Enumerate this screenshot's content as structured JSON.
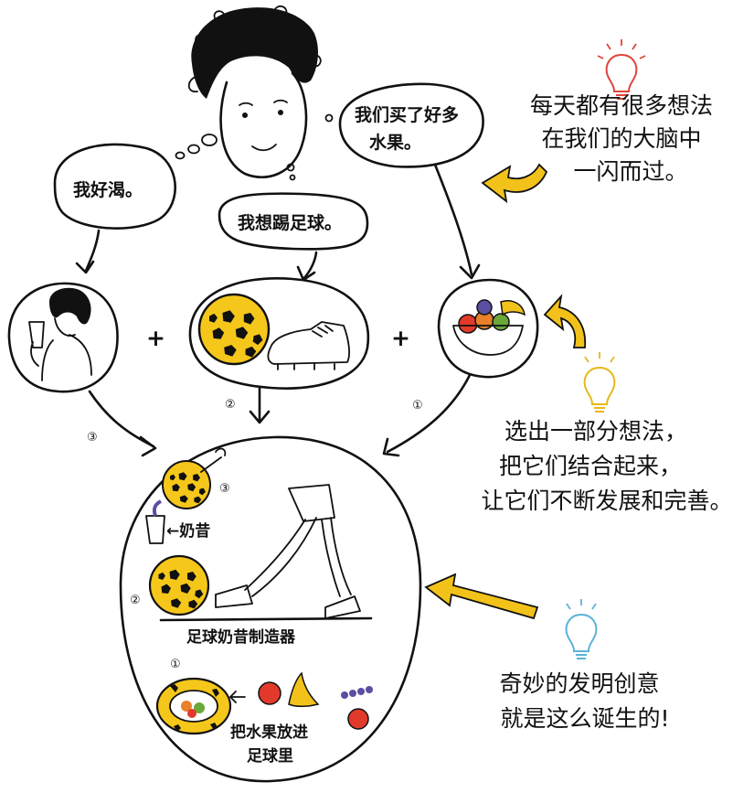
{
  "bubbles": {
    "thirsty": "我好渴。",
    "football": "我想踢足球。",
    "fruit_line1": "我们买了好多",
    "fruit_line2": "水果。"
  },
  "captions": {
    "ideas": [
      "每天都有很多想法",
      "在我们的大脑中",
      "一闪而过。"
    ],
    "combine": [
      "选出一部分想法，",
      "把它们结合起来，",
      "让它们不断发展和完善。"
    ],
    "invention": [
      "奇妙的发明创意",
      "就是这么诞生的!"
    ]
  },
  "labels": {
    "milkshake": "←奶昔",
    "machine": "足球奶昔制造器",
    "put_fruit_line1": "把水果放进",
    "put_fruit_line2": "足球里"
  },
  "step_numbers": {
    "one": "①",
    "two": "②",
    "three": "③"
  },
  "colors": {
    "ball_yellow": "#f5c71a",
    "arrow_yellow": "#f2c21a",
    "bulb_red": "#e0453a",
    "bulb_yellow": "#e8b81a",
    "bulb_blue": "#5ab4d6",
    "apple_red": "#e23a2a",
    "banana": "#f2c21a",
    "grape": "#5a4fa0"
  }
}
